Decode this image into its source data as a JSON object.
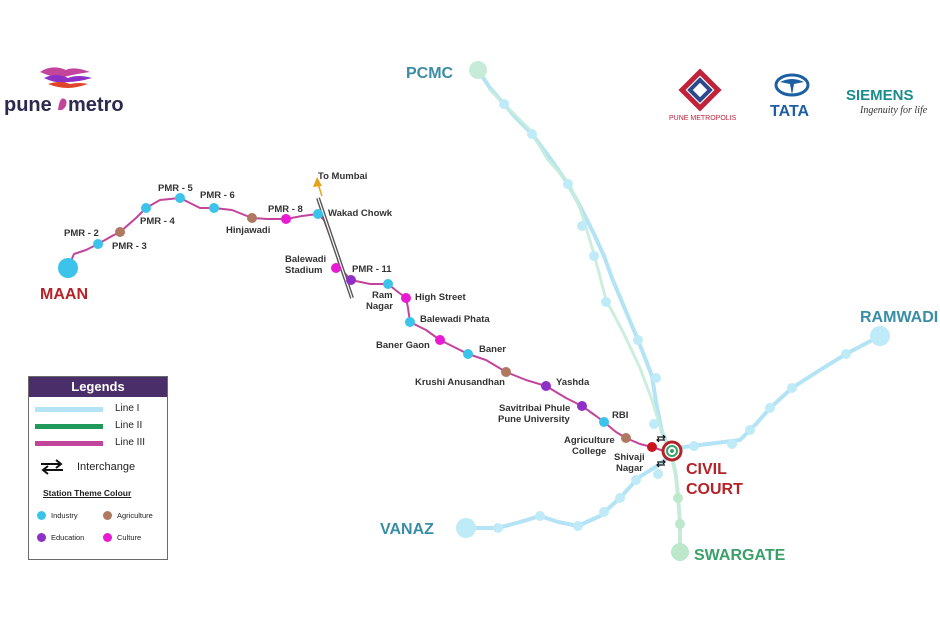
{
  "logos": {
    "pune_metro_left": "pune",
    "pune_metro_right": "metro",
    "pune_metropolis": "PUNE METROPOLIS",
    "tata": "TATA",
    "siemens": "SIEMENS",
    "siemens_tagline": "Ingenuity for life"
  },
  "colors": {
    "line1": "#b3e3f5",
    "line1_station": "#bfeaf7",
    "line2": "#c6ecd9",
    "line2_station": "#bde8cc",
    "line3": "#c2459b",
    "industry": "#3cc3ea",
    "agriculture": "#b07860",
    "education": "#8e2fc6",
    "culture": "#e81bd3",
    "terminal_red": "#b52228",
    "terminal_teal": "#3a8da6",
    "terminal_green": "#3aa06a",
    "legend_header": "#4a2e6a"
  },
  "terminals": {
    "pcmc": "PCMC",
    "ramwadi": "RAMWADI",
    "vanaz": "VANAZ",
    "swargate": "SWARGATE",
    "civil_court_1": "CIVIL",
    "civil_court_2": "COURT",
    "maan": "MAAN"
  },
  "stations": {
    "pmr2": "PMR - 2",
    "pmr3": "PMR - 3",
    "pmr4": "PMR - 4",
    "pmr5": "PMR - 5",
    "pmr6": "PMR - 6",
    "hinjawadi": "Hinjawadi",
    "pmr8": "PMR - 8",
    "wakad_chowk": "Wakad Chowk",
    "to_mumbai": "To Mumbai",
    "balewadi_stadium_1": "Balewadi",
    "balewadi_stadium_2": "Stadium",
    "pmr11": "PMR - 11",
    "ram_nagar_1": "Ram",
    "ram_nagar_2": "Nagar",
    "high_street": "High Street",
    "balewadi_phata": "Balewadi Phata",
    "baner_gaon": "Baner Gaon",
    "baner": "Baner",
    "krushi_anusandhan": "Krushi Anusandhan",
    "yashda": "Yashda",
    "savitribai_1": "Savitribai Phule",
    "savitribai_2": "Pune University",
    "rbi": "RBI",
    "agri_college_1": "Agriculture",
    "agri_college_2": "College",
    "shivaji_nagar_1": "Shivaji",
    "shivaji_nagar_2": "Nagar"
  },
  "legend": {
    "title": "Legends",
    "line1": "Line I",
    "line2": "Line II",
    "line3": "Line III",
    "interchange": "Interchange",
    "theme_title": "Station Theme Colour",
    "industry": "Industry",
    "agriculture": "Agriculture",
    "education": "Education",
    "culture": "Culture"
  }
}
